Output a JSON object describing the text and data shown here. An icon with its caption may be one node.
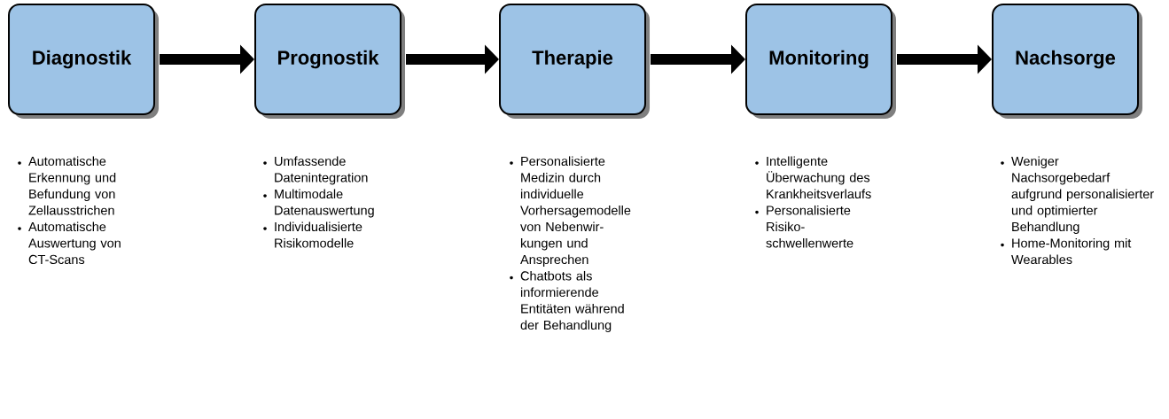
{
  "diagram": {
    "nodes": [
      {
        "text": [
          "Diagnostik"
        ],
        "beside": [
          "Automatische Erkennung und Befundung von Zellausstrichen",
          "Automatische Auswertung von CT-Scans"
        ]
      },
      {
        "text": [
          "Prognostik"
        ],
        "beside": [
          "Umfassende Datenintegration",
          "Multimodale Datenauswertung",
          "Individualisierte Risikomodelle"
        ]
      },
      {
        "text": [
          "Therapie"
        ],
        "beside": [
          "Personalisierte Medizin durch individuelle Vorhersagemodelle von Nebenwir- kungen und Ansprechen",
          "Chatbots als informierende Entitäten während der Behandlung"
        ]
      },
      {
        "text": [
          "Monitoring"
        ],
        "beside": [
          "Intelligente Überwachung des Krankheitsverlaufs",
          "Personalisierte Risiko- schwellenwerte"
        ]
      },
      {
        "text": [
          "Nachsorge"
        ],
        "beside": [
          "Weniger Nachsorgebedarf aufgrund personalisierter und optimierter Behandlung",
          "Home-Monitoring mit Wearables"
        ]
      }
    ],
    "edges": [
      {
        "from": 0,
        "to": 1,
        "arrow": "to"
      },
      {
        "from": 1,
        "to": 2,
        "arrow": "to"
      },
      {
        "from": 2,
        "to": 3,
        "arrow": "to"
      },
      {
        "from": 3,
        "to": 4,
        "arrow": "to"
      }
    ]
  }
}
